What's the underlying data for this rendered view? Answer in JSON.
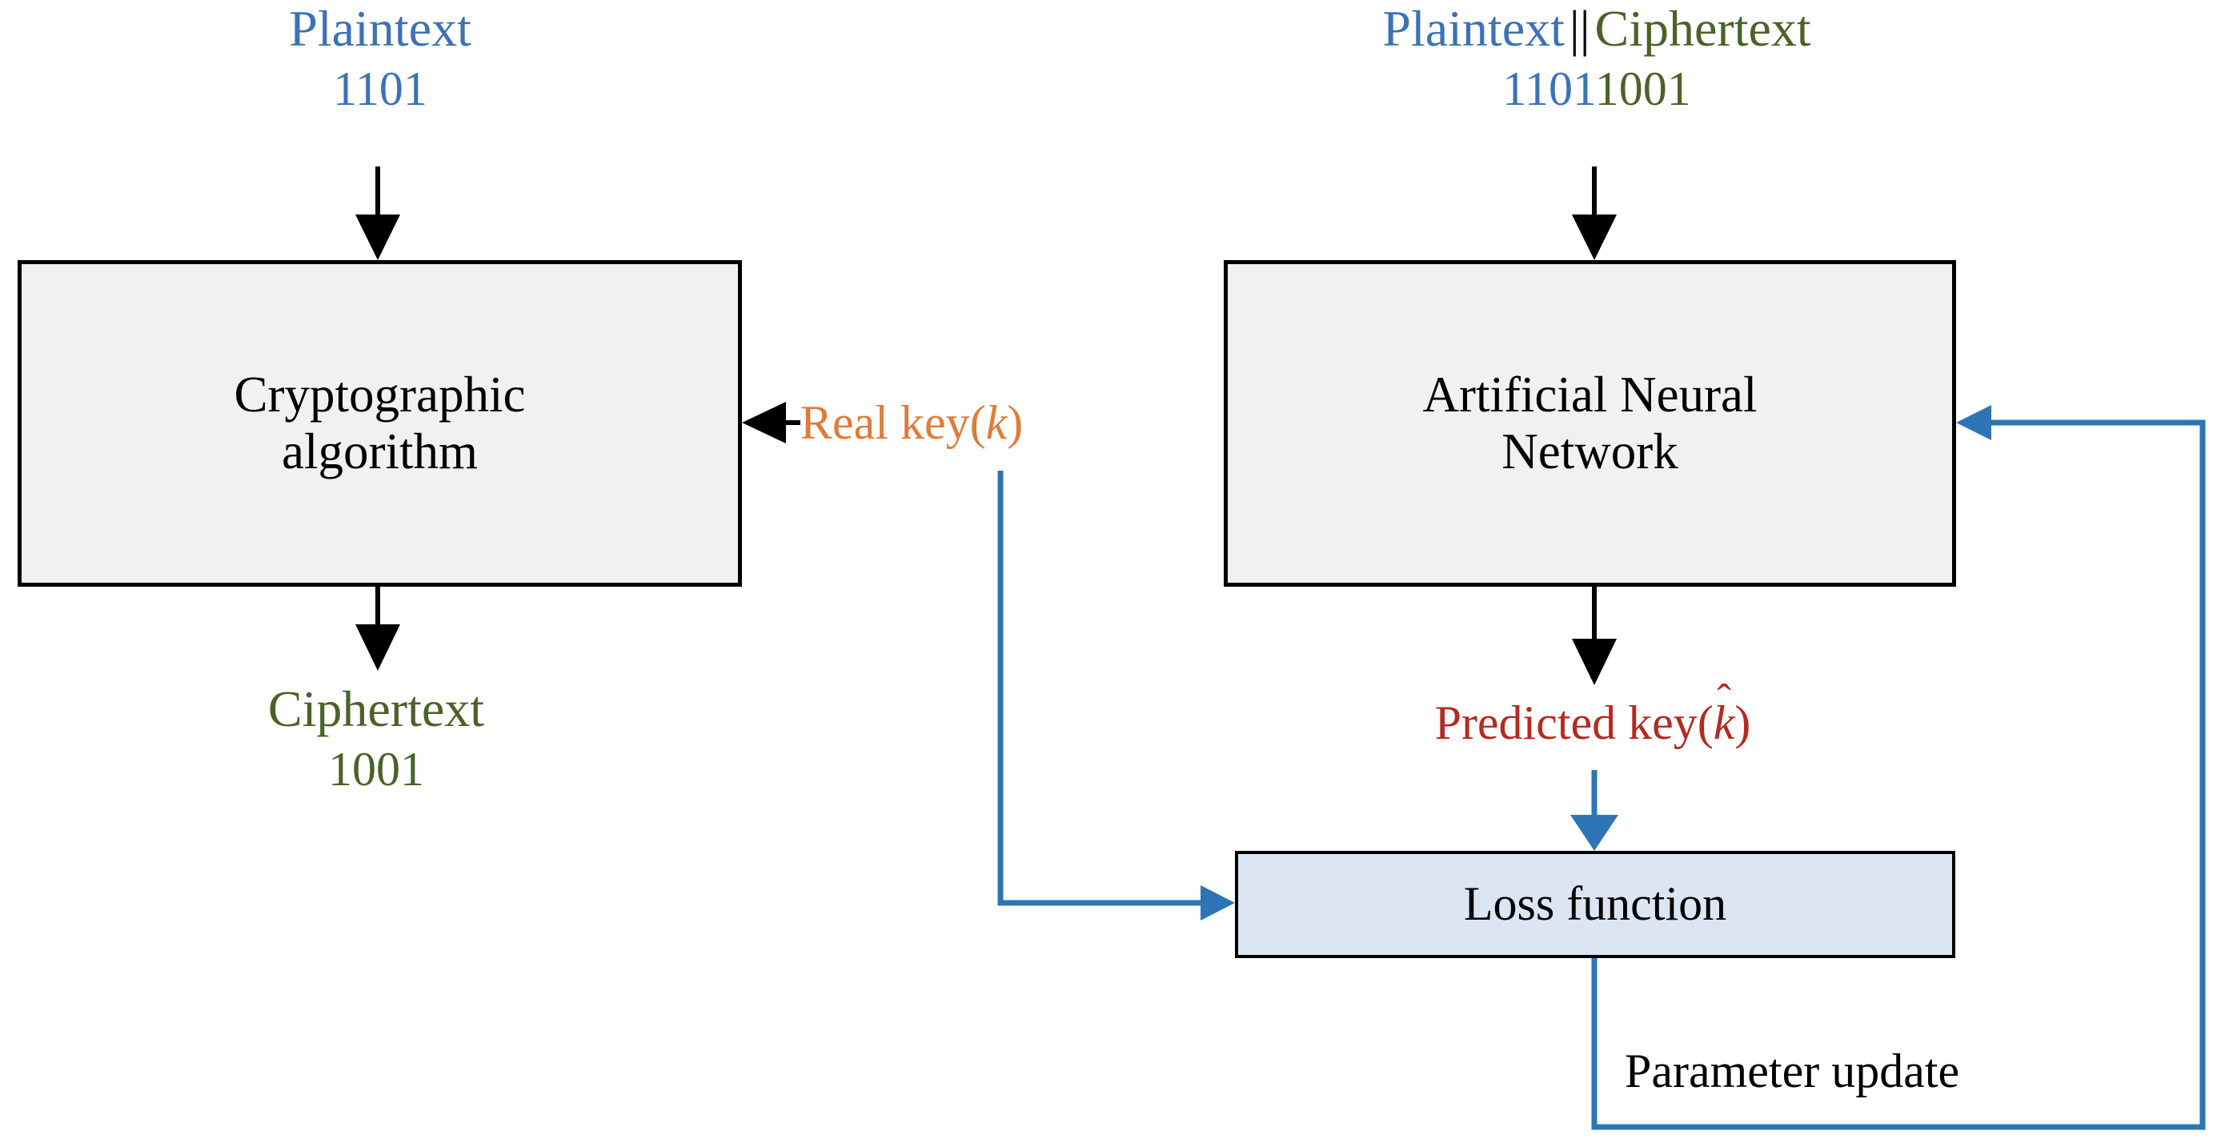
{
  "diagram": {
    "title": "Neural-network cryptanalysis key-recovery flow",
    "colors": {
      "plaintext_blue": "#3b72b8",
      "ciphertext_green": "#4a6228",
      "real_key_orange": "#e07b39",
      "predicted_key_red": "#b52a21",
      "arrow_black": "#000000",
      "arrow_blue": "#2e75b6",
      "box_gray_fill": "#f1f1f1",
      "loss_box_fill": "#dce6f2",
      "box_border": "#000000"
    },
    "left_branch": {
      "input_label": "Plaintext",
      "input_bits": "1101",
      "process_box": "Cryptographic\nalgorithm",
      "key_label_prefix": "Real key(",
      "key_label_var": "k",
      "key_label_suffix": ")",
      "output_label": "Ciphertext",
      "output_bits": "1001"
    },
    "right_branch": {
      "input_plaintext": "Plaintext",
      "input_separator": "||",
      "input_ciphertext": "Ciphertext",
      "input_bits_plain": "1101",
      "input_bits_cipher": "1001",
      "process_box": "Artificial Neural\nNetwork",
      "predicted_prefix": "Predicted key(",
      "predicted_var": "k",
      "predicted_hat": "̂",
      "predicted_suffix": ")",
      "loss_box": "Loss function",
      "feedback_label": "Parameter update"
    },
    "edges": [
      {
        "name": "plaintext-to-crypto",
        "from": "Plaintext 1101",
        "to": "Cryptographic algorithm",
        "color": "#000000"
      },
      {
        "name": "crypto-to-ciphertext",
        "from": "Cryptographic algorithm",
        "to": "Ciphertext 1001",
        "color": "#000000"
      },
      {
        "name": "realkey-to-crypto",
        "from": "Real key(k)",
        "to": "Cryptographic algorithm",
        "color": "#000000"
      },
      {
        "name": "realkey-to-loss",
        "from": "Real key(k)",
        "to": "Loss function",
        "color": "#2e75b6"
      },
      {
        "name": "input-to-ann",
        "from": "Plaintext || Ciphertext 11011001",
        "to": "Artificial Neural Network",
        "color": "#000000"
      },
      {
        "name": "ann-to-predicted",
        "from": "Artificial Neural Network",
        "to": "Predicted key(k̂)",
        "color": "#000000"
      },
      {
        "name": "predicted-to-loss",
        "from": "Predicted key(k̂)",
        "to": "Loss function",
        "color": "#2e75b6"
      },
      {
        "name": "loss-to-ann-feedback",
        "from": "Loss function",
        "to": "Artificial Neural Network",
        "color": "#2e75b6"
      }
    ]
  }
}
